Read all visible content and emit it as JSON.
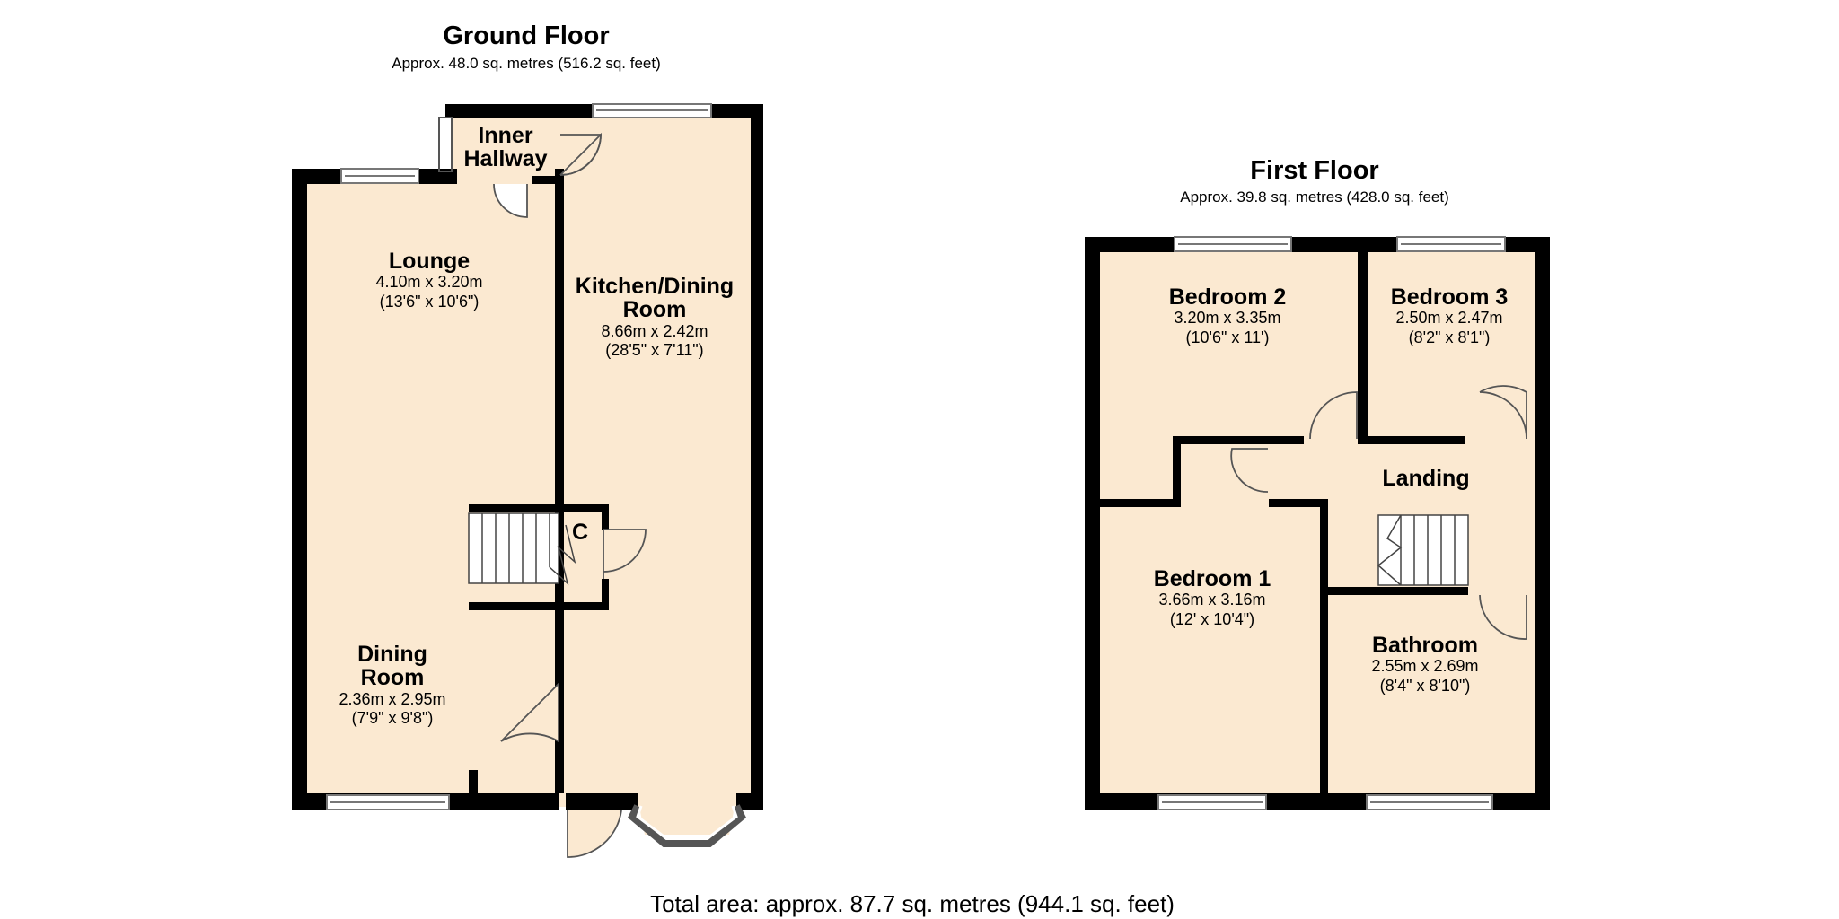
{
  "colors": {
    "wall": "#000000",
    "fill": "#fbe9d1",
    "door": "#555555",
    "window": "#777777"
  },
  "ground_floor": {
    "title": "Ground Floor",
    "area": "Approx. 48.0 sq. metres (516.2 sq. feet)",
    "rooms": {
      "inner_hallway": {
        "name_line1": "Inner",
        "name_line2": "Hallway"
      },
      "lounge": {
        "name": "Lounge",
        "dim_m": "4.10m x 3.20m",
        "dim_ft": "(13'6\" x 10'6\")"
      },
      "kitchen": {
        "name_line1": "Kitchen/Dining",
        "name_line2": "Room",
        "dim_m": "8.66m x 2.42m",
        "dim_ft": "(28'5\" x 7'11\")"
      },
      "cupboard": {
        "name": "C"
      },
      "dining": {
        "name_line1": "Dining",
        "name_line2": "Room",
        "dim_m": "2.36m x 2.95m",
        "dim_ft": "(7'9\" x 9'8\")"
      }
    }
  },
  "first_floor": {
    "title": "First Floor",
    "area": "Approx. 39.8 sq. metres (428.0 sq. feet)",
    "rooms": {
      "bedroom2": {
        "name": "Bedroom 2",
        "dim_m": "3.20m x 3.35m",
        "dim_ft": "(10'6\" x 11')"
      },
      "bedroom3": {
        "name": "Bedroom 3",
        "dim_m": "2.50m x 2.47m",
        "dim_ft": "(8'2\" x 8'1\")"
      },
      "landing": {
        "name": "Landing"
      },
      "bedroom1": {
        "name": "Bedroom 1",
        "dim_m": "3.66m x 3.16m",
        "dim_ft": "(12' x 10'4\")"
      },
      "bathroom": {
        "name": "Bathroom",
        "dim_m": "2.55m x 2.69m",
        "dim_ft": "(8'4\" x 8'10\")"
      }
    }
  },
  "total_area": "Total area: approx. 87.7 sq. metres (944.1 sq. feet)"
}
